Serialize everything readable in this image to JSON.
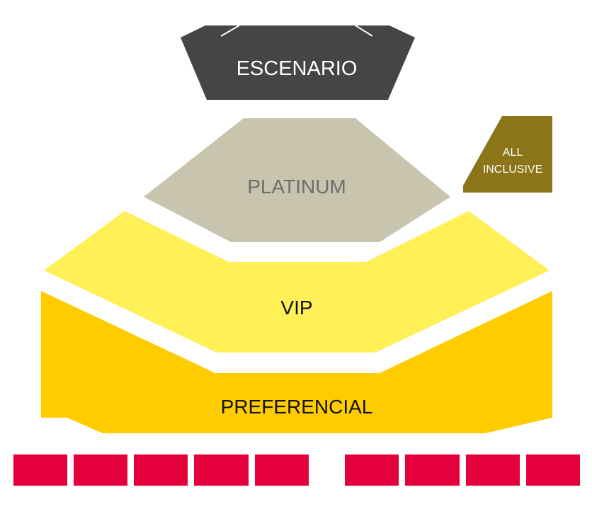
{
  "stage": {
    "label": "ESCENARIO",
    "color": "#444646",
    "text_color": "#ffffff"
  },
  "zones": [
    {
      "key": "platinum",
      "label": "PLATINUM",
      "color": "#c9c4ad",
      "text_color": "#6e6e6e"
    },
    {
      "key": "all_inclusive",
      "label_line1": "ALL",
      "label_line2": "INCLUSIVE",
      "color": "#8b7518",
      "text_color": "#ffffff"
    },
    {
      "key": "vip",
      "label": "VIP",
      "color": "#fff057",
      "text_color": "#111111"
    },
    {
      "key": "preferencial",
      "label": "PREFERENCIAL",
      "color": "#ffcc00",
      "text_color": "#111111"
    }
  ],
  "booths": {
    "color": "#e4003a",
    "left_count": 5,
    "right_count": 4
  }
}
